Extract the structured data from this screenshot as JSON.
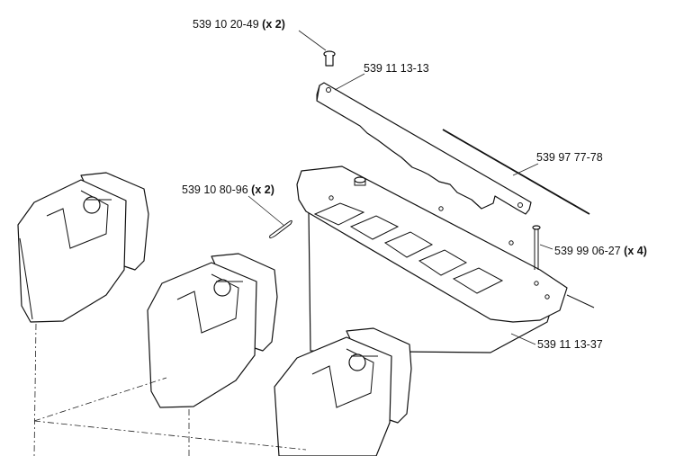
{
  "callouts": [
    {
      "part": "539 10 20-49",
      "qty": "(x 2)"
    },
    {
      "part": "539 11 13-13",
      "qty": ""
    },
    {
      "part": "539 97 77-78",
      "qty": ""
    },
    {
      "part": "539 10 80-96",
      "qty": "(x 2)"
    },
    {
      "part": "539 99 06-27",
      "qty": "(x 4)"
    },
    {
      "part": "539 11 13-37",
      "qty": ""
    }
  ]
}
